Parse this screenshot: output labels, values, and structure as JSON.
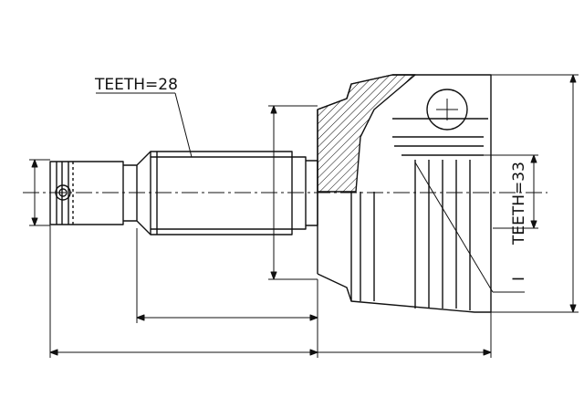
{
  "labels": {
    "teeth_shaft": "TEETH=28",
    "teeth_joint": "TEETH=33",
    "marker_symbol": "I"
  },
  "colors": {
    "line": "#111111",
    "background": "#ffffff"
  }
}
